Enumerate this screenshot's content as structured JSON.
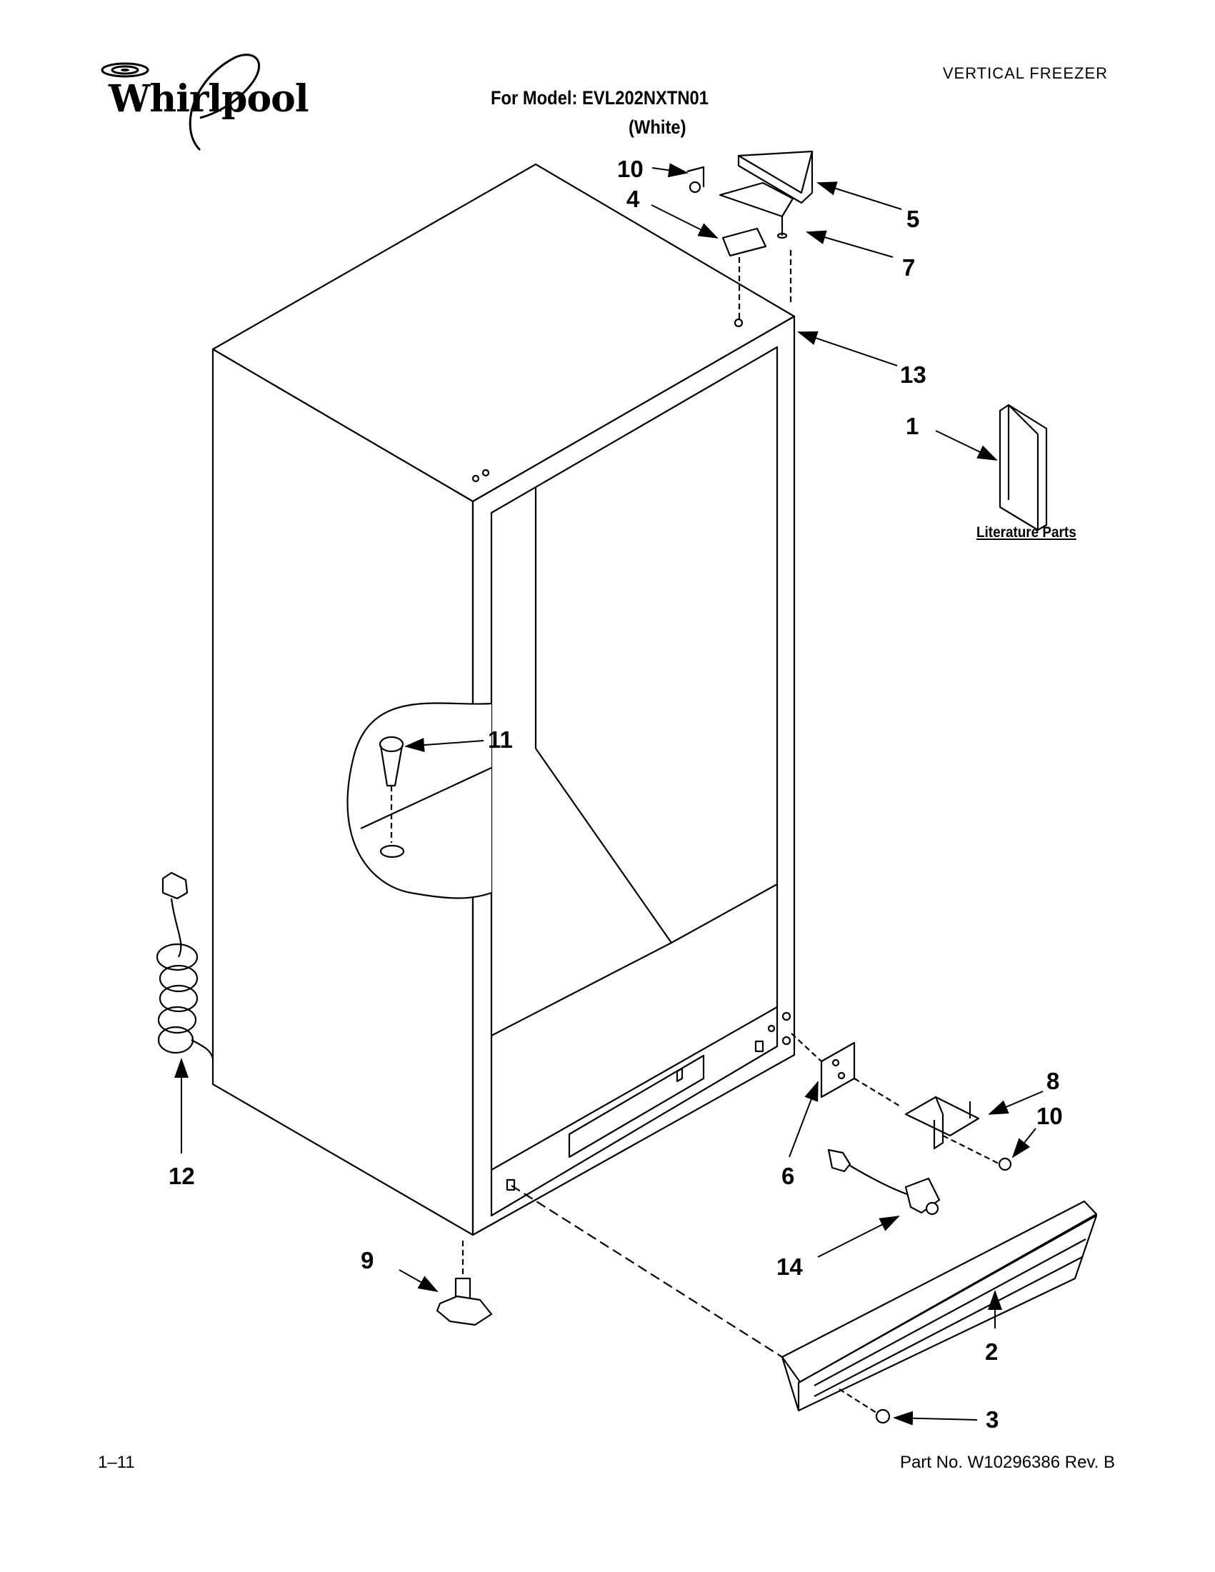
{
  "header": {
    "brand": "Whirlpool",
    "document_type": "VERTICAL FREEZER",
    "model_line": "For Model: EVL202NXTN01",
    "color_line": "(White)"
  },
  "callouts": [
    {
      "id": "1",
      "label": "1"
    },
    {
      "id": "2",
      "label": "2"
    },
    {
      "id": "3",
      "label": "3"
    },
    {
      "id": "4",
      "label": "4"
    },
    {
      "id": "5",
      "label": "5"
    },
    {
      "id": "6",
      "label": "6"
    },
    {
      "id": "7",
      "label": "7"
    },
    {
      "id": "8",
      "label": "8"
    },
    {
      "id": "9",
      "label": "9"
    },
    {
      "id": "10a",
      "label": "10"
    },
    {
      "id": "10b",
      "label": "10"
    },
    {
      "id": "11",
      "label": "11"
    },
    {
      "id": "12",
      "label": "12"
    },
    {
      "id": "13",
      "label": "13"
    },
    {
      "id": "14",
      "label": "14"
    }
  ],
  "literature_label": "Literature Parts",
  "footer": {
    "page": "1–11",
    "part_number": "Part No. W10296386 Rev. B"
  }
}
